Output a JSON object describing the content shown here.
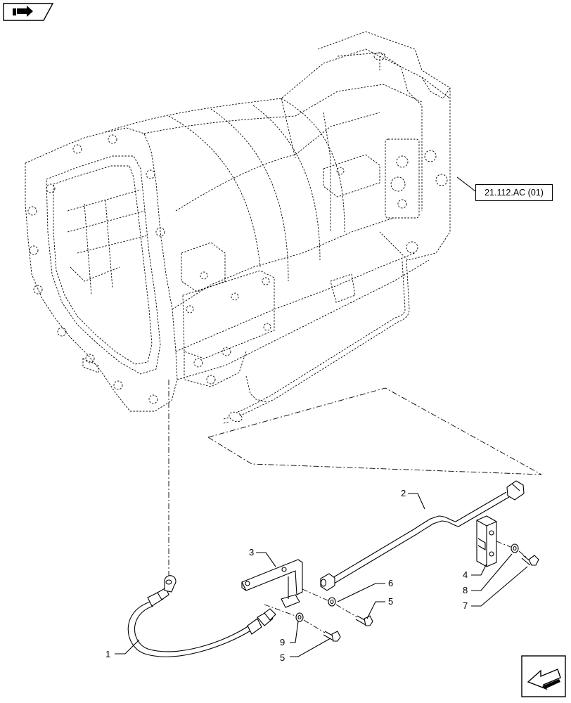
{
  "reference_label": "21.112.AC (01)",
  "callouts": {
    "c1": "1",
    "c2": "2",
    "c3": "3",
    "c4": "4",
    "c5a": "5",
    "c5b": "5",
    "c6": "6",
    "c7": "7",
    "c8": "8",
    "c9": "9"
  },
  "icons": {
    "top_left": "previous-page-icon",
    "bottom_right": "next-page-icon"
  }
}
